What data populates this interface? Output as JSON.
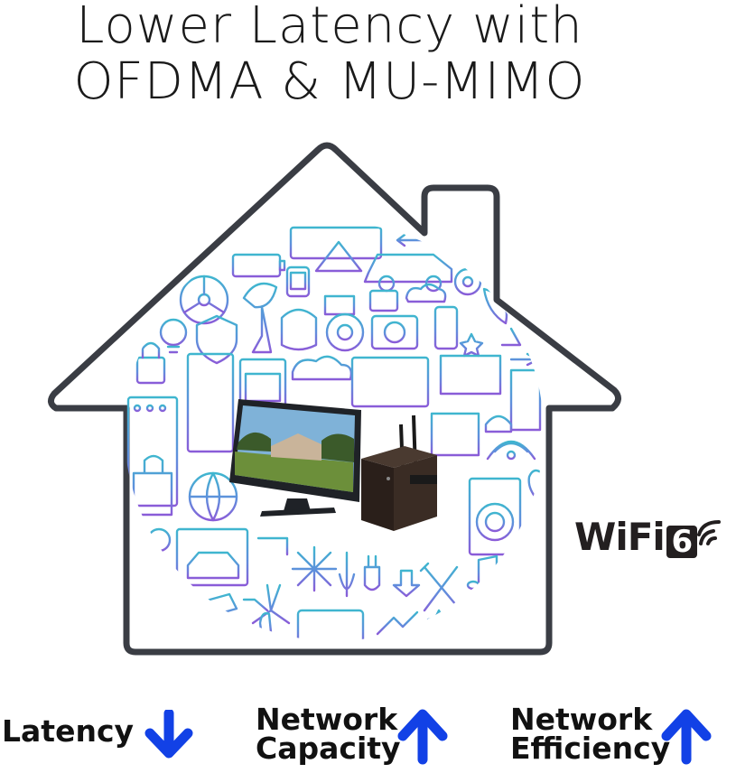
{
  "title": {
    "line1": "Lower Latency with",
    "line2": "OFDMA & MU-MIMO"
  },
  "badge": {
    "wifi_text": "WiFi",
    "wifi_number": "6"
  },
  "metrics": [
    {
      "label": "Latency",
      "label_line2": "",
      "direction": "down"
    },
    {
      "label": "Network",
      "label_line2": "Capacity",
      "direction": "up"
    },
    {
      "label": "Network",
      "label_line2": "Efficiency",
      "direction": "up"
    }
  ],
  "colors": {
    "house_outline": "#3a3d44",
    "icons_top": "#3fb6cf",
    "icons_bottom": "#8a5cd8",
    "arrow_blue": "#1241e6"
  }
}
